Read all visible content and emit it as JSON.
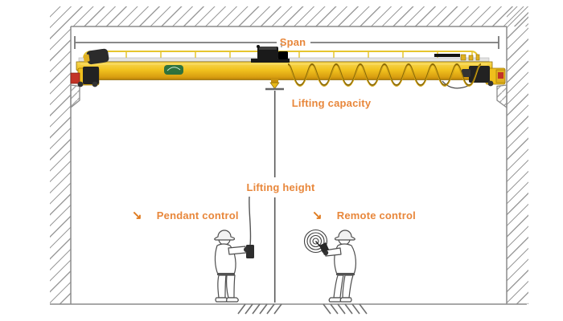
{
  "diagram": {
    "labels": {
      "span": "Span",
      "lifting_capacity": "Lifting capacity",
      "lifting_height": "Lifting height",
      "pendant_control": "Pendant control",
      "remote_control": "Remote control"
    },
    "icons": {
      "pendant_arrow": "↘",
      "remote_arrow": "↘",
      "brand_logo": "crane-brand-logo",
      "signal_waves": "radio-signal-rings",
      "hook": "crane-hook"
    },
    "colors": {
      "label_orange": "#E8873B",
      "arrow_orange": "#E07B1F",
      "crane_yellow": "#F0BE1A",
      "crane_yellow_dark": "#B57F08",
      "line_gray": "#8C8C8C",
      "machinery_black": "#1A1A1A",
      "buffer_red": "#C33327",
      "logo_green": "#1E6B40"
    }
  }
}
